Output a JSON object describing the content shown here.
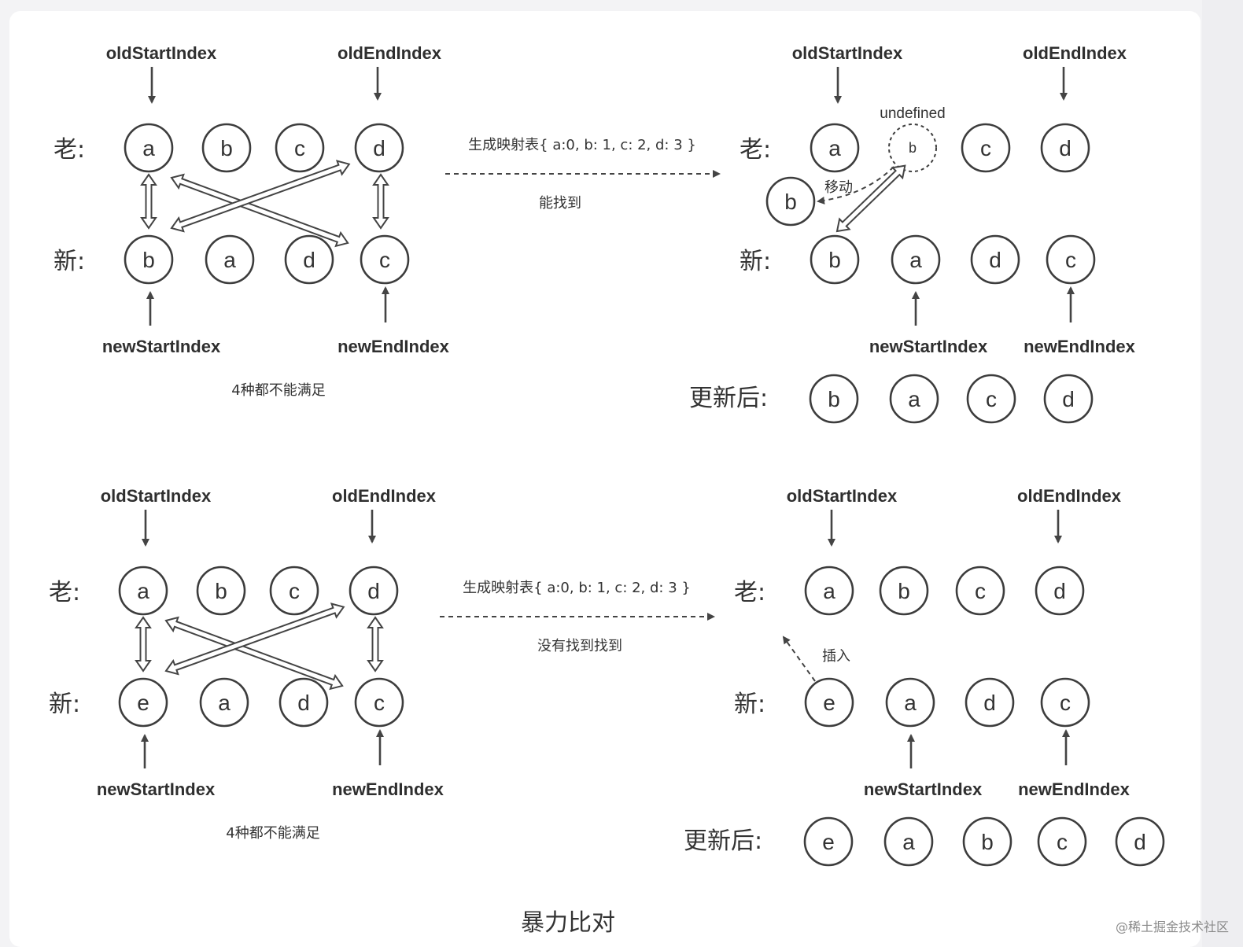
{
  "labels": {
    "old_start": "oldStartIndex",
    "old_end": "oldEndIndex",
    "new_start": "newStartIndex",
    "new_end": "newEndIndex",
    "old_row": "老:",
    "new_row": "新:",
    "updated_row": "更新后:"
  },
  "panel_top": {
    "old_nodes": [
      "a",
      "b",
      "c",
      "d"
    ],
    "new_nodes": [
      "b",
      "a",
      "d",
      "c"
    ],
    "note": "4种都不能满足",
    "transition_top": "生成映射表{ a:0,  b: 1, c: 2, d: 3 }",
    "transition_bottom": "能找到",
    "result": {
      "old_nodes": [
        "a",
        "b",
        "c",
        "d"
      ],
      "moved_node": "b",
      "undefined_label": "undefined",
      "move_label": "移动",
      "new_nodes": [
        "b",
        "a",
        "d",
        "c"
      ],
      "updated_nodes": [
        "b",
        "a",
        "c",
        "d"
      ]
    }
  },
  "panel_bottom": {
    "old_nodes": [
      "a",
      "b",
      "c",
      "d"
    ],
    "new_nodes": [
      "e",
      "a",
      "d",
      "c"
    ],
    "note": "4种都不能满足",
    "transition_top": "生成映射表{ a:0,  b: 1, c: 2, d: 3 }",
    "transition_bottom": "没有找到找到",
    "result": {
      "old_nodes": [
        "a",
        "b",
        "c",
        "d"
      ],
      "insert_label": "插入",
      "new_nodes": [
        "e",
        "a",
        "d",
        "c"
      ],
      "updated_nodes": [
        "e",
        "a",
        "b",
        "c",
        "d"
      ]
    }
  },
  "caption": "暴力比对",
  "watermark": "@稀土掘金技术社区"
}
